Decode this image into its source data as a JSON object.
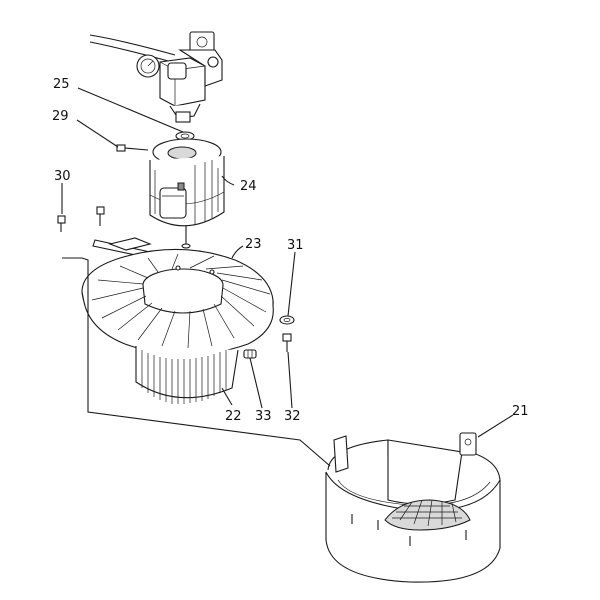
{
  "callouts": {
    "c25": "25",
    "c29": "29",
    "c30": "30",
    "c24": "24",
    "c23": "23",
    "c31": "31",
    "c22": "22",
    "c33": "33",
    "c32": "32",
    "c21": "21"
  }
}
